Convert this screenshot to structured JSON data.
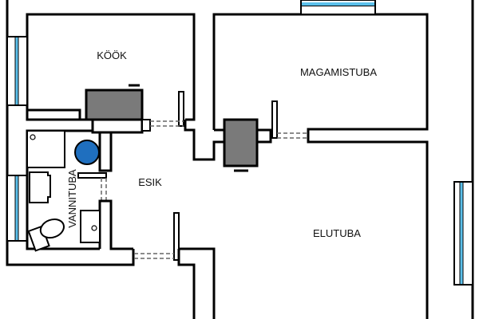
{
  "plan": {
    "rooms": [
      {
        "id": "kitchen",
        "label": "KÖÖK"
      },
      {
        "id": "bedroom",
        "label": "MAGAMISTUBA"
      },
      {
        "id": "hall",
        "label": "ESIK"
      },
      {
        "id": "bathroom",
        "label": "VANNITUBA"
      },
      {
        "id": "living",
        "label": "ELUTUBA"
      }
    ],
    "colors": {
      "wall": "#000000",
      "window_glass": "#5bc0eb",
      "fireplace_fill": "#7a7a7a",
      "washing_machine": "#1f6fbf",
      "background": "#ffffff"
    }
  }
}
